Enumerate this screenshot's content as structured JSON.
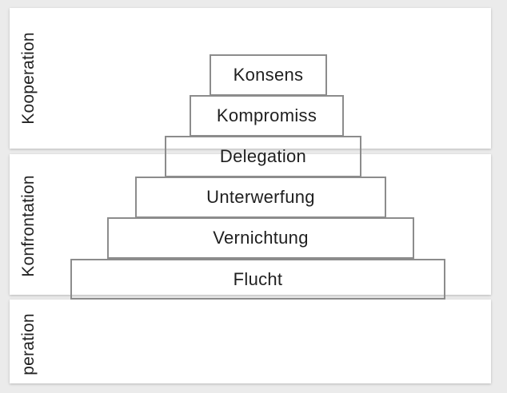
{
  "bands": [
    {
      "label": "Kooperation"
    },
    {
      "label": "Konfrontation"
    },
    {
      "label": "peration"
    }
  ],
  "pyramid": {
    "steps": [
      "Konsens",
      "Kompromiss",
      "Delegation",
      "Unterwerfung",
      "Vernichtung",
      "Flucht"
    ]
  }
}
